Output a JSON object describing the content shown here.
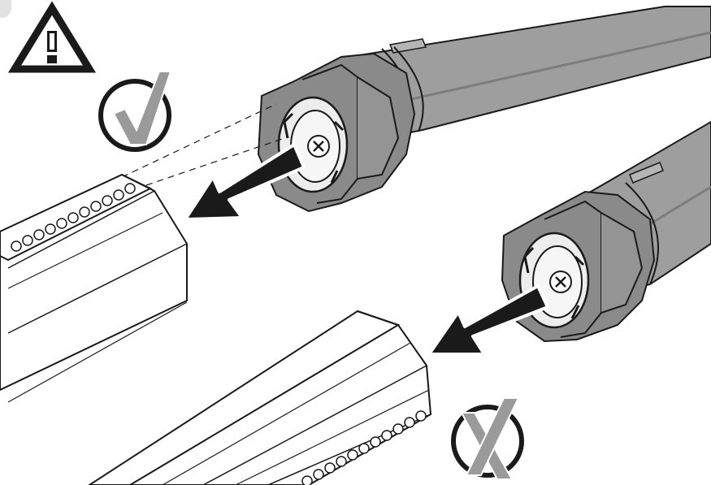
{
  "figure": {
    "kind": "installation-instruction-illustration",
    "elements": [
      "warning-icon",
      "correct-mark-icon",
      "incorrect-mark-icon",
      "motor-tube-upper",
      "motor-tube-lower",
      "drive-adapter-upper",
      "drive-adapter-lower",
      "octagonal-roller-tube-correct",
      "octagonal-roller-tube-incorrect",
      "insertion-arrow-upper",
      "insertion-arrow-lower"
    ]
  },
  "colors": {
    "line": "#1a1a1a",
    "motor_body": "#9e9e9e",
    "motor_shade": "#7d7d7d",
    "adapter": "#8a8a8a",
    "adapter_face": "#ededed",
    "mark_gray": "#9a9a9a",
    "corner_tab": "#e2e2e2",
    "arrow": "#1a1a1a"
  }
}
